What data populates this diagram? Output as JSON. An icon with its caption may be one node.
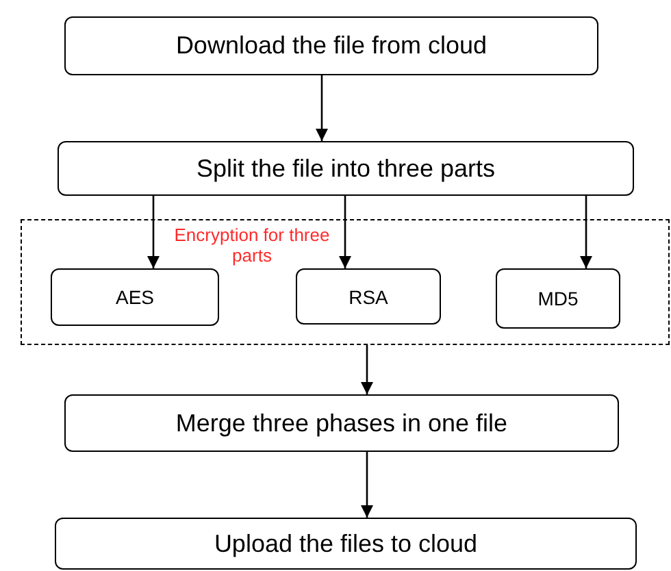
{
  "diagram": {
    "nodes": [
      {
        "text": [
          "Download the file from cloud"
        ]
      },
      {
        "text": [
          "Split the file into three parts"
        ]
      },
      {
        "text": [
          "Encryption for three parts"
        ]
      },
      {
        "text": [
          "AES"
        ],
        "in": 2
      },
      {
        "text": [
          "RSA"
        ],
        "in": 2
      },
      {
        "text": [
          "MD5"
        ],
        "in": 2
      },
      {
        "text": [
          "Merge three phases in one file"
        ]
      },
      {
        "text": [
          "Upload the files to cloud"
        ]
      }
    ],
    "edges": [
      {
        "from": 0,
        "to": 1,
        "arrow": "to"
      },
      {
        "from": 1,
        "to": 3,
        "arrow": "to"
      },
      {
        "from": 1,
        "to": 4,
        "arrow": "to"
      },
      {
        "from": 1,
        "to": 5,
        "arrow": "to"
      },
      {
        "from": 2,
        "to": 6,
        "arrow": "to"
      },
      {
        "from": 6,
        "to": 7,
        "arrow": "to"
      }
    ]
  }
}
